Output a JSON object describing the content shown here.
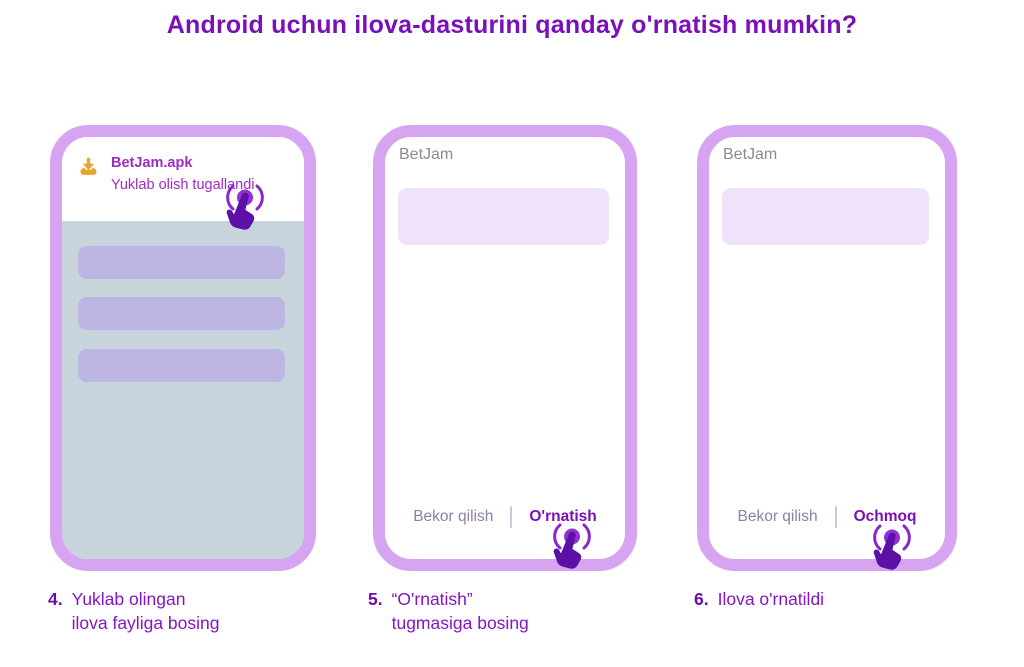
{
  "page": {
    "title": "Android uchun ilova-dasturini qanday o'rnatish mumkin?"
  },
  "colors": {
    "accent_purple": "#7a10b8",
    "frame_purple": "#d7a4f2",
    "notification_text": "#9e2cbe",
    "screen_gray": "#c8d4db",
    "placeholder_lavender": "#bdb5e2",
    "dialog_placeholder": "#f0e2fb",
    "app_title_gray": "#8b8b93",
    "cancel_gray": "#8f80a4",
    "cursor_dark": "#5c10a6",
    "cursor_dot": "#9231d8",
    "download_amber": "#e5a62e"
  },
  "icons": {
    "download": "download-icon",
    "tap_cursor": "tap-cursor-icon"
  },
  "phones": [
    {
      "step": "4",
      "notification": {
        "filename": "BetJam.apk",
        "status": "Yuklab olish tugallandi"
      },
      "caption": {
        "number": "4.",
        "lines": [
          "Yuklab olingan",
          "ilova fayliga bosing"
        ]
      }
    },
    {
      "step": "5",
      "app_title": "BetJam",
      "buttons": {
        "cancel": "Bekor qilish",
        "confirm": "O'rnatish"
      },
      "caption": {
        "number": "5.",
        "lines": [
          "“O'rnatish”",
          "tugmasiga bosing"
        ]
      }
    },
    {
      "step": "6",
      "app_title": "BetJam",
      "buttons": {
        "cancel": "Bekor qilish",
        "confirm": "Ochmoq"
      },
      "caption": {
        "number": "6.",
        "lines": [
          "Ilova o'rnatildi"
        ]
      }
    }
  ]
}
